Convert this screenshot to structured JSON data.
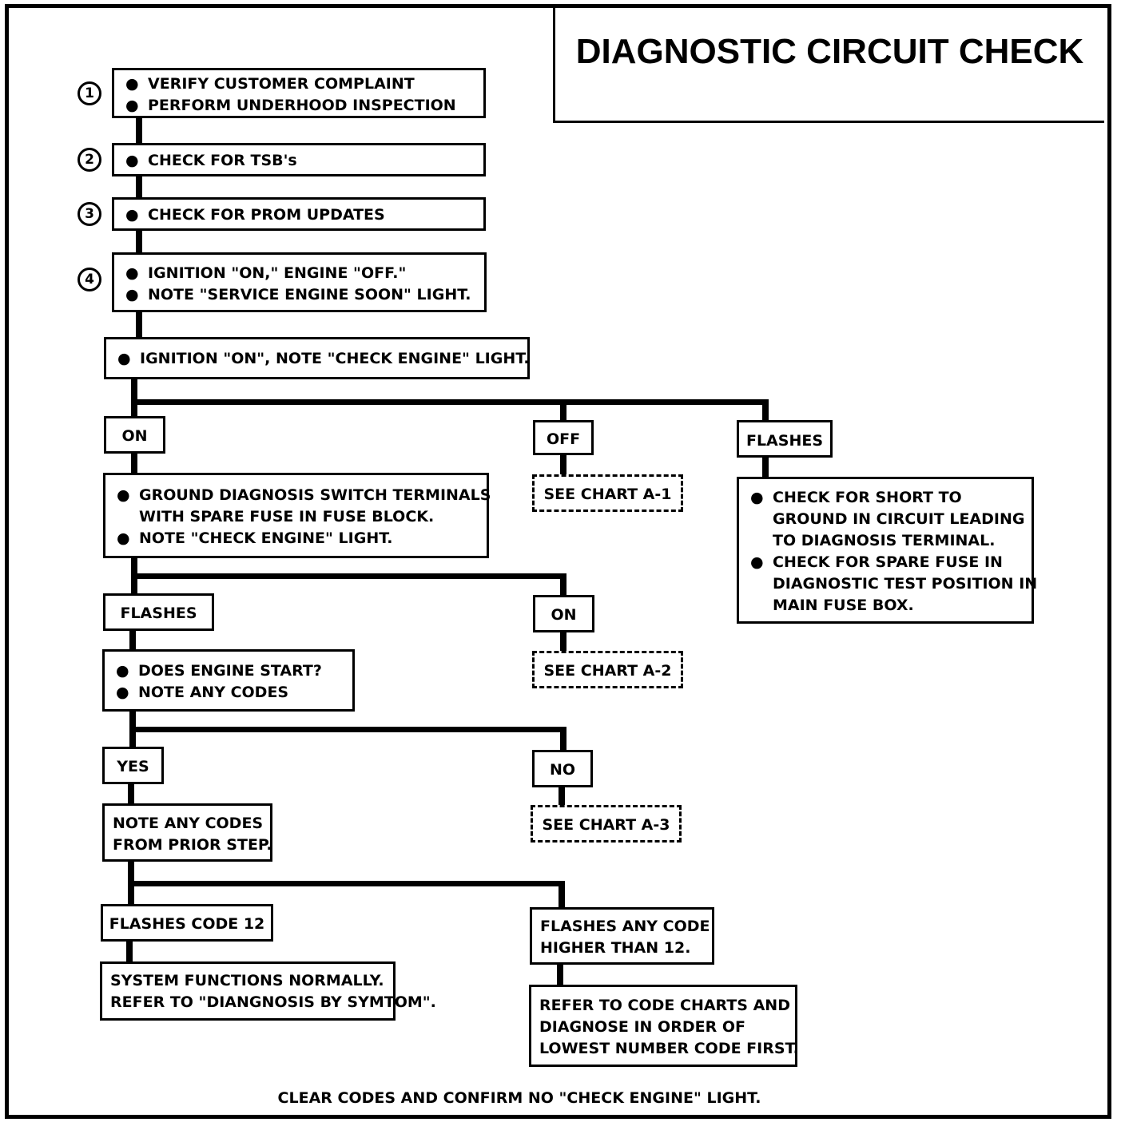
{
  "title": "DIAGNOSTIC CIRCUIT CHECK",
  "steps": [
    {
      "num": "1",
      "lines": [
        "VERIFY CUSTOMER COMPLAINT",
        "PERFORM UNDERHOOD INSPECTION"
      ]
    },
    {
      "num": "2",
      "lines": [
        "CHECK FOR TSB's"
      ]
    },
    {
      "num": "3",
      "lines": [
        "CHECK FOR PROM UPDATES"
      ]
    },
    {
      "num": "4",
      "lines": [
        "IGNITION \"ON,\" ENGINE \"OFF.\"",
        "NOTE \"SERVICE ENGINE SOON\" LIGHT."
      ]
    }
  ],
  "ignition_check": "IGNITION \"ON\", NOTE \"CHECK ENGINE\" LIGHT.",
  "branch1": {
    "on": "ON",
    "off": "OFF",
    "flashes": "FLASHES",
    "see_a1": "SEE CHART A-1",
    "flashes_lines": [
      "CHECK FOR SHORT TO",
      "GROUND IN CIRCUIT LEADING",
      "TO DIAGNOSIS TERMINAL.",
      "CHECK FOR SPARE FUSE IN",
      "DIAGNOSTIC TEST POSITION IN",
      "MAIN FUSE BOX."
    ]
  },
  "ground_check": [
    "GROUND DIAGNOSIS SWITCH TERMINALS",
    "WITH SPARE FUSE IN FUSE BLOCK.",
    "NOTE \"CHECK ENGINE\" LIGHT."
  ],
  "branch2": {
    "flashes": "FLASHES",
    "on": "ON",
    "see_a2": "SEE CHART A-2"
  },
  "engine_check": [
    "DOES ENGINE START?",
    "NOTE ANY CODES"
  ],
  "branch3": {
    "yes": "YES",
    "no": "NO",
    "see_a3": "SEE CHART A-3"
  },
  "note_codes": [
    "NOTE ANY CODES",
    "FROM PRIOR STEP."
  ],
  "branch4": {
    "code12": "FLASHES CODE 12",
    "higher": [
      "FLASHES ANY CODE",
      "HIGHER THAN 12."
    ]
  },
  "normal": [
    "SYSTEM FUNCTIONS NORMALLY.",
    "REFER TO \"DIANGNOSIS BY SYMTOM\"."
  ],
  "refer_charts": [
    "REFER TO CODE CHARTS AND",
    "DIAGNOSE IN ORDER OF",
    "LOWEST NUMBER CODE FIRST."
  ],
  "footer": "CLEAR CODES AND CONFIRM NO \"CHECK ENGINE\" LIGHT."
}
